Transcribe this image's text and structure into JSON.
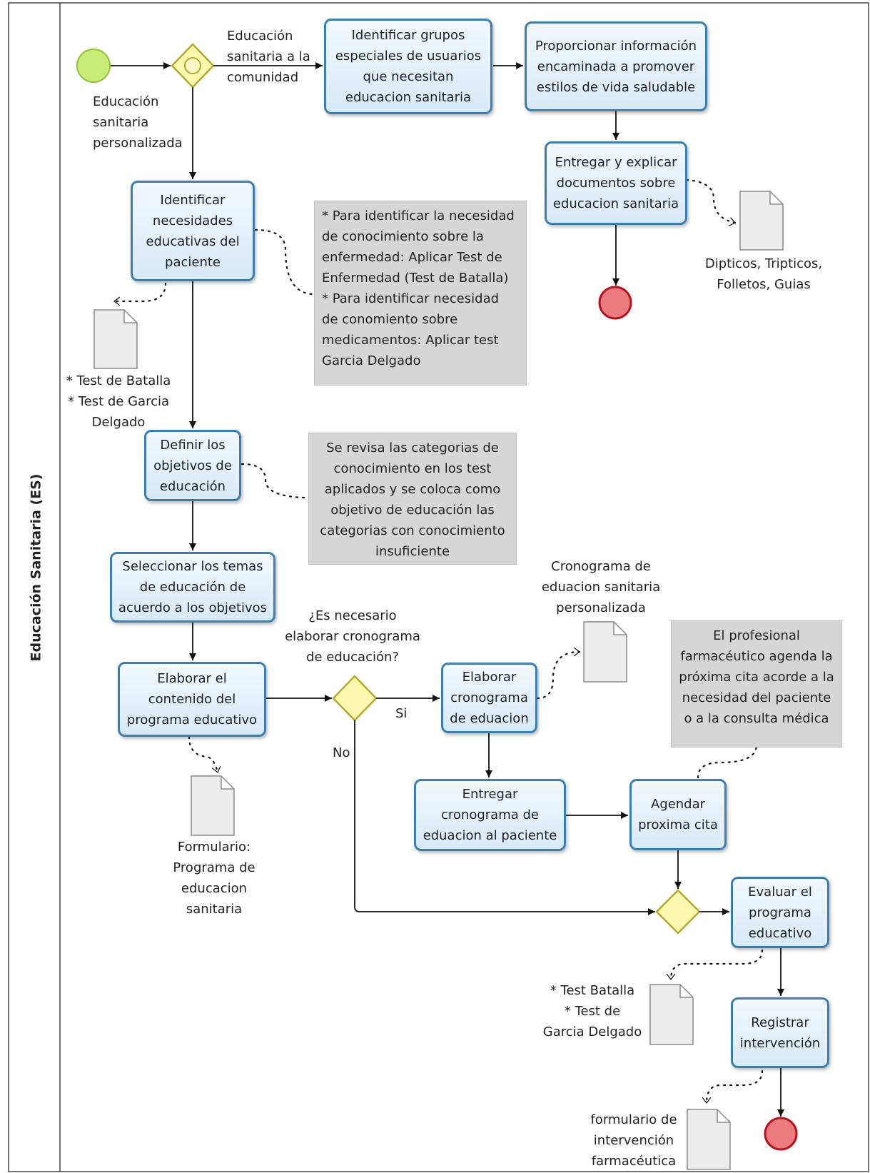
{
  "lane": {
    "title": "Educación Sanitaria (ES)"
  },
  "start_label": "Educación\nsanitaria\npersonalizada",
  "gateway1_label": "Educación\nsanitaria a la\ncomunidad",
  "tasks": {
    "identify_groups": "Identificar grupos\nespeciales de usuarios\nque  necesitan\neducacion sanitaria",
    "provide_info": "Proporcionar información\nencaminada a promover\nestilos de vida saludable",
    "deliver_docs": "Entregar y explicar\ndocumentos sobre\neducacion sanitaria",
    "identify_needs": "Identificar\nnecesidades\neducativas del\npaciente",
    "define_objectives": "Definir los\nobjetivos de\neducación",
    "select_topics": "Seleccionar los temas\nde educación de\nacuerdo a los objetivos",
    "elaborate_content": "Elaborar el\ncontenido del\nprograma educativo",
    "elaborate_schedule": "Elaborar\ncronograma\nde eduacion",
    "deliver_schedule": "Entregar\ncronograma de\neduacion al paciente",
    "schedule_appointment": "Agendar\nproxima cita",
    "evaluate_program": "Evaluar el\nprograma\neducativo",
    "register_intervention": "Registrar\nintervención"
  },
  "notes": {
    "needs_note": "* Para identificar la necesidad\nde conocimiento sobre la\nenfermedad: Aplicar Test de\nEnfermedad (Test de Batalla)\n* Para identificar necesidad\nde conomiento sobre\nmedicamentos: Aplicar test\nGarcia Delgado",
    "objectives_note": "Se revisa las categorias de\nconocimiento en los test\naplicados y se coloca como\nobjetivo de educación las\ncategorias con conocimiento\ninsuficiente",
    "appointment_note": "El profesional\nfarmacéutico agenda la\npróxima cita acorde a la\nnecesidad del paciente\no a la consulta médica"
  },
  "documents": {
    "brochures": "Dipticos, Tripticos,\nFolletos, Guias",
    "tests1": "* Test de Batalla\n* Test de Garcia\nDelgado",
    "schedule_doc": "Cronograma de\neduacion sanitaria\npersonalizada",
    "form_program": "Formulario:\nPrograma de\neducacion\nsanitaria",
    "tests2": "* Test Batalla\n* Test de\nGarcia Delgado",
    "form_intervention": "formulario de\nintervención\nfarmacéutica"
  },
  "gateway2": {
    "question": "¿Es necesario\nelaborar cronograma\nde educación?",
    "yes": "Si",
    "no": "No"
  },
  "colors": {
    "task_border": "#3a7fb0",
    "start_fill": "#c8ec7a",
    "end_fill": "#ec7b7f",
    "end_border": "#b3141d",
    "gateway_fill": "#fbf6b0",
    "gateway_border": "#b3a92c",
    "note_fill": "#d6d6d6"
  }
}
